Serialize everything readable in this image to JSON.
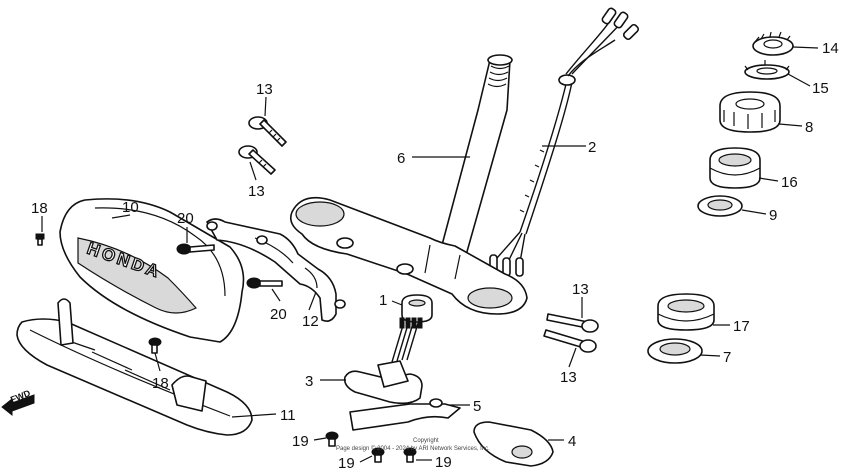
{
  "diagram": {
    "brand_text": "HONDA",
    "direction_label": "FWD",
    "copyright_line1": "Copyright",
    "copyright_line2": "Page design © 2004 - 2024 by ARI Network Services, Inc.",
    "callouts": [
      {
        "id": "c14",
        "label": "14"
      },
      {
        "id": "c15",
        "label": "15"
      },
      {
        "id": "c8",
        "label": "8"
      },
      {
        "id": "c16",
        "label": "16"
      },
      {
        "id": "c9",
        "label": "9"
      },
      {
        "id": "c2",
        "label": "2"
      },
      {
        "id": "c6",
        "label": "6"
      },
      {
        "id": "c13a",
        "label": "13"
      },
      {
        "id": "c13b",
        "label": "13"
      },
      {
        "id": "c18a",
        "label": "18"
      },
      {
        "id": "c10",
        "label": "10"
      },
      {
        "id": "c20a",
        "label": "20"
      },
      {
        "id": "c20b",
        "label": "20"
      },
      {
        "id": "c12",
        "label": "12"
      },
      {
        "id": "c1",
        "label": "1"
      },
      {
        "id": "c13c",
        "label": "13"
      },
      {
        "id": "c13d",
        "label": "13"
      },
      {
        "id": "c17",
        "label": "17"
      },
      {
        "id": "c7",
        "label": "7"
      },
      {
        "id": "c3",
        "label": "3"
      },
      {
        "id": "c5",
        "label": "5"
      },
      {
        "id": "c18b",
        "label": "18"
      },
      {
        "id": "c11",
        "label": "11"
      },
      {
        "id": "c4",
        "label": "4"
      },
      {
        "id": "c19a",
        "label": "19"
      },
      {
        "id": "c19b",
        "label": "19"
      },
      {
        "id": "c19c",
        "label": "19"
      }
    ]
  }
}
